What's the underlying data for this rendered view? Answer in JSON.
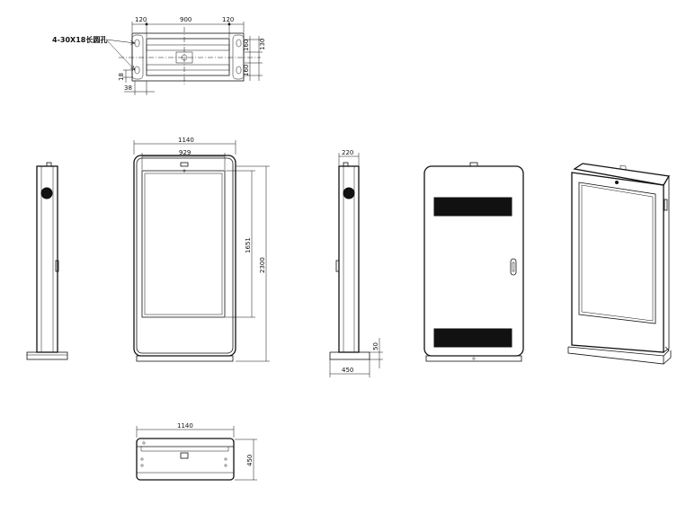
{
  "top_view": {
    "note": "4-30X18长圆孔",
    "dim_left_width": "120",
    "dim_center_width": "900",
    "dim_right_width": "120",
    "dim_right_top": "160",
    "dim_right_mid": "130",
    "dim_right_bottom": "160",
    "dim_left_small": "18",
    "dim_bottom_left": "38"
  },
  "front_view": {
    "dim_total_width": "1140",
    "dim_screen_width": "929",
    "dim_screen_height": "1651",
    "dim_total_height": "2300"
  },
  "side_view": {
    "dim_top_width": "220",
    "dim_base_height": "50",
    "dim_base_width": "450"
  },
  "bottom_view": {
    "dim_width": "1140",
    "dim_depth": "450"
  }
}
